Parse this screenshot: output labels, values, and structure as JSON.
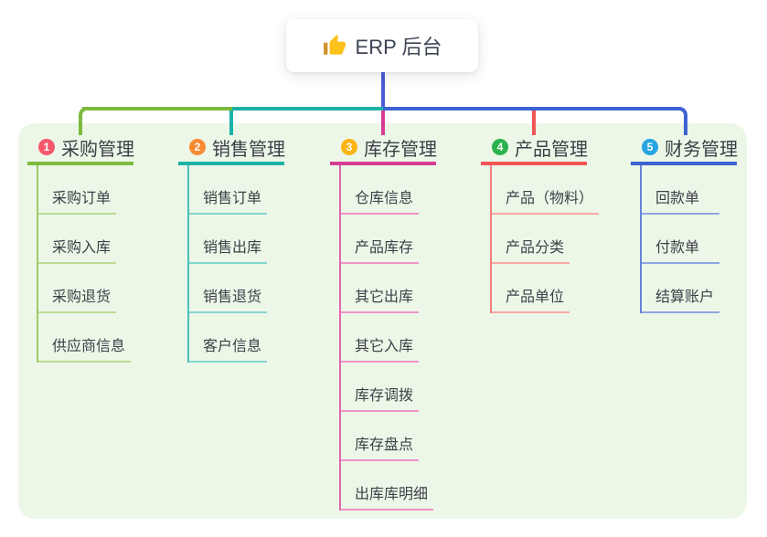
{
  "root": {
    "label": "ERP 后台",
    "icon": "thumbs-up-icon"
  },
  "branches": [
    {
      "key": "purchase",
      "index": "1",
      "label": "采购管理",
      "badge_color": "#f6586d",
      "line_color": "#7cba3d",
      "spine_color": "#9bcb66",
      "light_color": "#bcdd92",
      "children": [
        "采购订单",
        "采购入库",
        "采购退货",
        "供应商信息"
      ]
    },
    {
      "key": "sales",
      "index": "2",
      "label": "销售管理",
      "badge_color": "#f98b31",
      "line_color": "#1bb1a7",
      "spine_color": "#49c1b8",
      "light_color": "#85d6cf",
      "children": [
        "销售订单",
        "销售出库",
        "销售退货",
        "客户信息"
      ]
    },
    {
      "key": "inventory",
      "index": "3",
      "label": "库存管理",
      "badge_color": "#fcb515",
      "line_color": "#d63d92",
      "spine_color": "#e167ab",
      "light_color": "#ef94c7",
      "children": [
        "仓库信息",
        "产品库存",
        "其它出库",
        "其它入库",
        "库存调拨",
        "库存盘点",
        "出库库明细"
      ]
    },
    {
      "key": "product",
      "index": "4",
      "label": "产品管理",
      "badge_color": "#2cb24c",
      "line_color": "#f25555",
      "spine_color": "#f57f7e",
      "light_color": "#f9a6a5",
      "children": [
        "产品（物料）",
        "产品分类",
        "产品单位"
      ]
    },
    {
      "key": "finance",
      "index": "5",
      "label": "财务管理",
      "badge_color": "#27a5e2",
      "line_color": "#3d63d2",
      "spine_color": "#6583da",
      "light_color": "#8fa6e2",
      "children": [
        "回款单",
        "付款单",
        "结算账户"
      ]
    }
  ],
  "colors": {
    "canvas_background": "#ffffff",
    "panel_background": "#ecf7e8",
    "root_card_background": "#ffffff",
    "root_text": "#3d4453",
    "branch_label_text": "#3a3f46",
    "child_text": "#3c4147",
    "root_connector": "#4a5cd4",
    "badge_text": "#ffffff",
    "icon_hand": "#fcc21b",
    "icon_sleeve": "#d1922c"
  }
}
